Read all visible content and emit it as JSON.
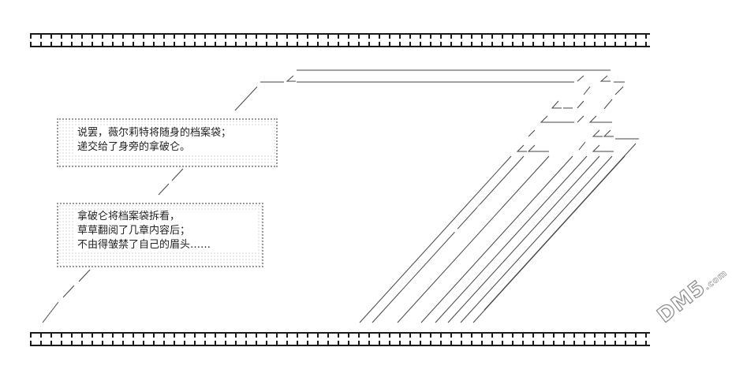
{
  "caption_1": {
    "lines": [
      "说罢，薇尔莉特将随身的档案袋；",
      "递交给了身旁的拿破仑。"
    ]
  },
  "caption_2": {
    "lines": [
      "拿破仑将档案袋拆看，",
      "草草翻阅了几章内容后；",
      "不由得皱禁了自己的眉头……"
    ]
  },
  "watermark": {
    "main": "DM5",
    "suffix": ".com"
  },
  "colors": {
    "ink": "#1a1a1a",
    "dots": "#9a9a9a",
    "watermark_outline": "#8a8a8a"
  }
}
